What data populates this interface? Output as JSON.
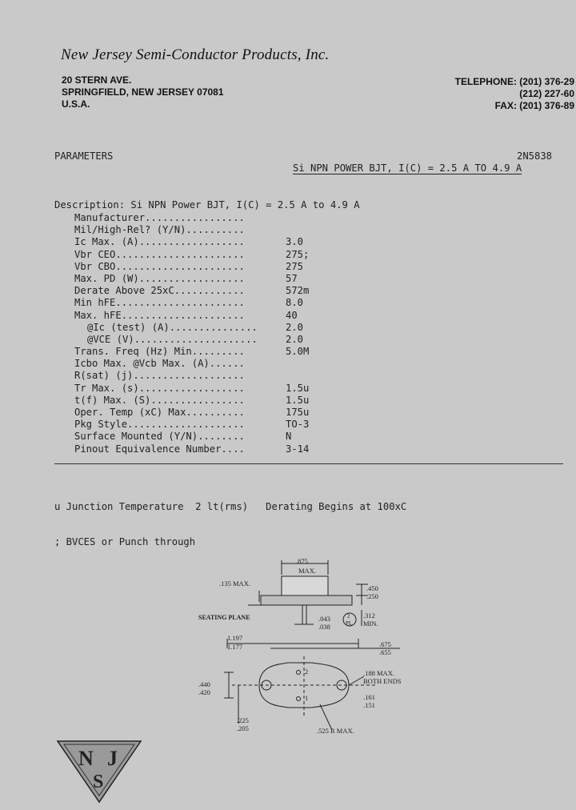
{
  "header": {
    "company": "New Jersey Semi-Conductor Products, Inc.",
    "address_lines": [
      "20 STERN AVE.",
      "SPRINGFIELD, NEW JERSEY 07081",
      "U.S.A."
    ],
    "phone_lines": [
      "TELEPHONE: (201) 376-29",
      "(212) 227-60",
      "FAX: (201) 376-89"
    ]
  },
  "section": {
    "title": "PARAMETERS",
    "part_number": "2N5838",
    "subtitle": "Si NPN POWER BJT, I(C) = 2.5 A TO 4.9 A"
  },
  "description": "Description: Si NPN Power BJT, I(C) = 2.5 A to 4.9 A",
  "parameters": [
    {
      "label": "Manufacturer.................",
      "value": ""
    },
    {
      "label": "Mil/High-Rel? (Y/N)..........",
      "value": ""
    },
    {
      "label": "Ic Max. (A)..................",
      "value": "3.0"
    },
    {
      "label": "Vbr CEO......................",
      "value": "275;"
    },
    {
      "label": "Vbr CBO......................",
      "value": "275"
    },
    {
      "label": "Max. PD (W)..................",
      "value": "57"
    },
    {
      "label": "Derate Above 25xC............",
      "value": "572m"
    },
    {
      "label": "Min hFE......................",
      "value": "8.0"
    },
    {
      "label": "Max. hFE.....................",
      "value": "40"
    },
    {
      "label": "@Ic (test) (A)...............",
      "value": "2.0",
      "indent": true
    },
    {
      "label": "@VCE (V).....................",
      "value": "2.0",
      "indent": true
    },
    {
      "label": "Trans. Freq (Hz) Min.........",
      "value": "5.0M"
    },
    {
      "label": "Icbo Max. @Vcb Max. (A)......",
      "value": ""
    },
    {
      "label": "R(sat) (j)...................",
      "value": ""
    },
    {
      "label": "Tr Max. (s)..................",
      "value": "1.5u"
    },
    {
      "label": "t(f) Max. (S)................",
      "value": "1.5u"
    },
    {
      "label": "Oper. Temp (xC) Max..........",
      "value": "175u"
    },
    {
      "label": "Pkg Style....................",
      "value": "TO-3"
    },
    {
      "label": "Surface Mounted (Y/N)........",
      "value": "N"
    },
    {
      "label": "Pinout Equivalence Number....",
      "value": "3-14"
    }
  ],
  "notes": [
    "u Junction Temperature  2 lt(rms)   Derating Begins at 100xC",
    "; BVCES or Punch through"
  ],
  "drawing": {
    "dims": {
      "top_width": ".875",
      "top_width_max": "MAX.",
      "height_top": ".450",
      "height_bot": ".250",
      "flange": ".135 MAX.",
      "seating": "SEATING PLANE",
      "pin_a": ".043",
      "pin_b": ".038",
      "circle_note": "2",
      "circle_note2": "PL",
      "pin_len": ".312",
      "pin_len_min": "MIN.",
      "span_a": "1.197",
      "span_b": "1.177",
      "hole_a": ".675",
      "hole_b": ".655",
      "hole_d": ".188 MAX.",
      "hole_d2": "BOTH ENDS",
      "w_a": ".440",
      "w_b": ".420",
      "pin_off_a": ".161",
      "pin_off_b": ".151",
      "r_note": ".525 R MAX.",
      "bot_a": ".225",
      "bot_b": ".205",
      "pin1": "1",
      "pin2": "2"
    }
  },
  "logo": {
    "letters": [
      "N",
      "J",
      "S"
    ]
  }
}
